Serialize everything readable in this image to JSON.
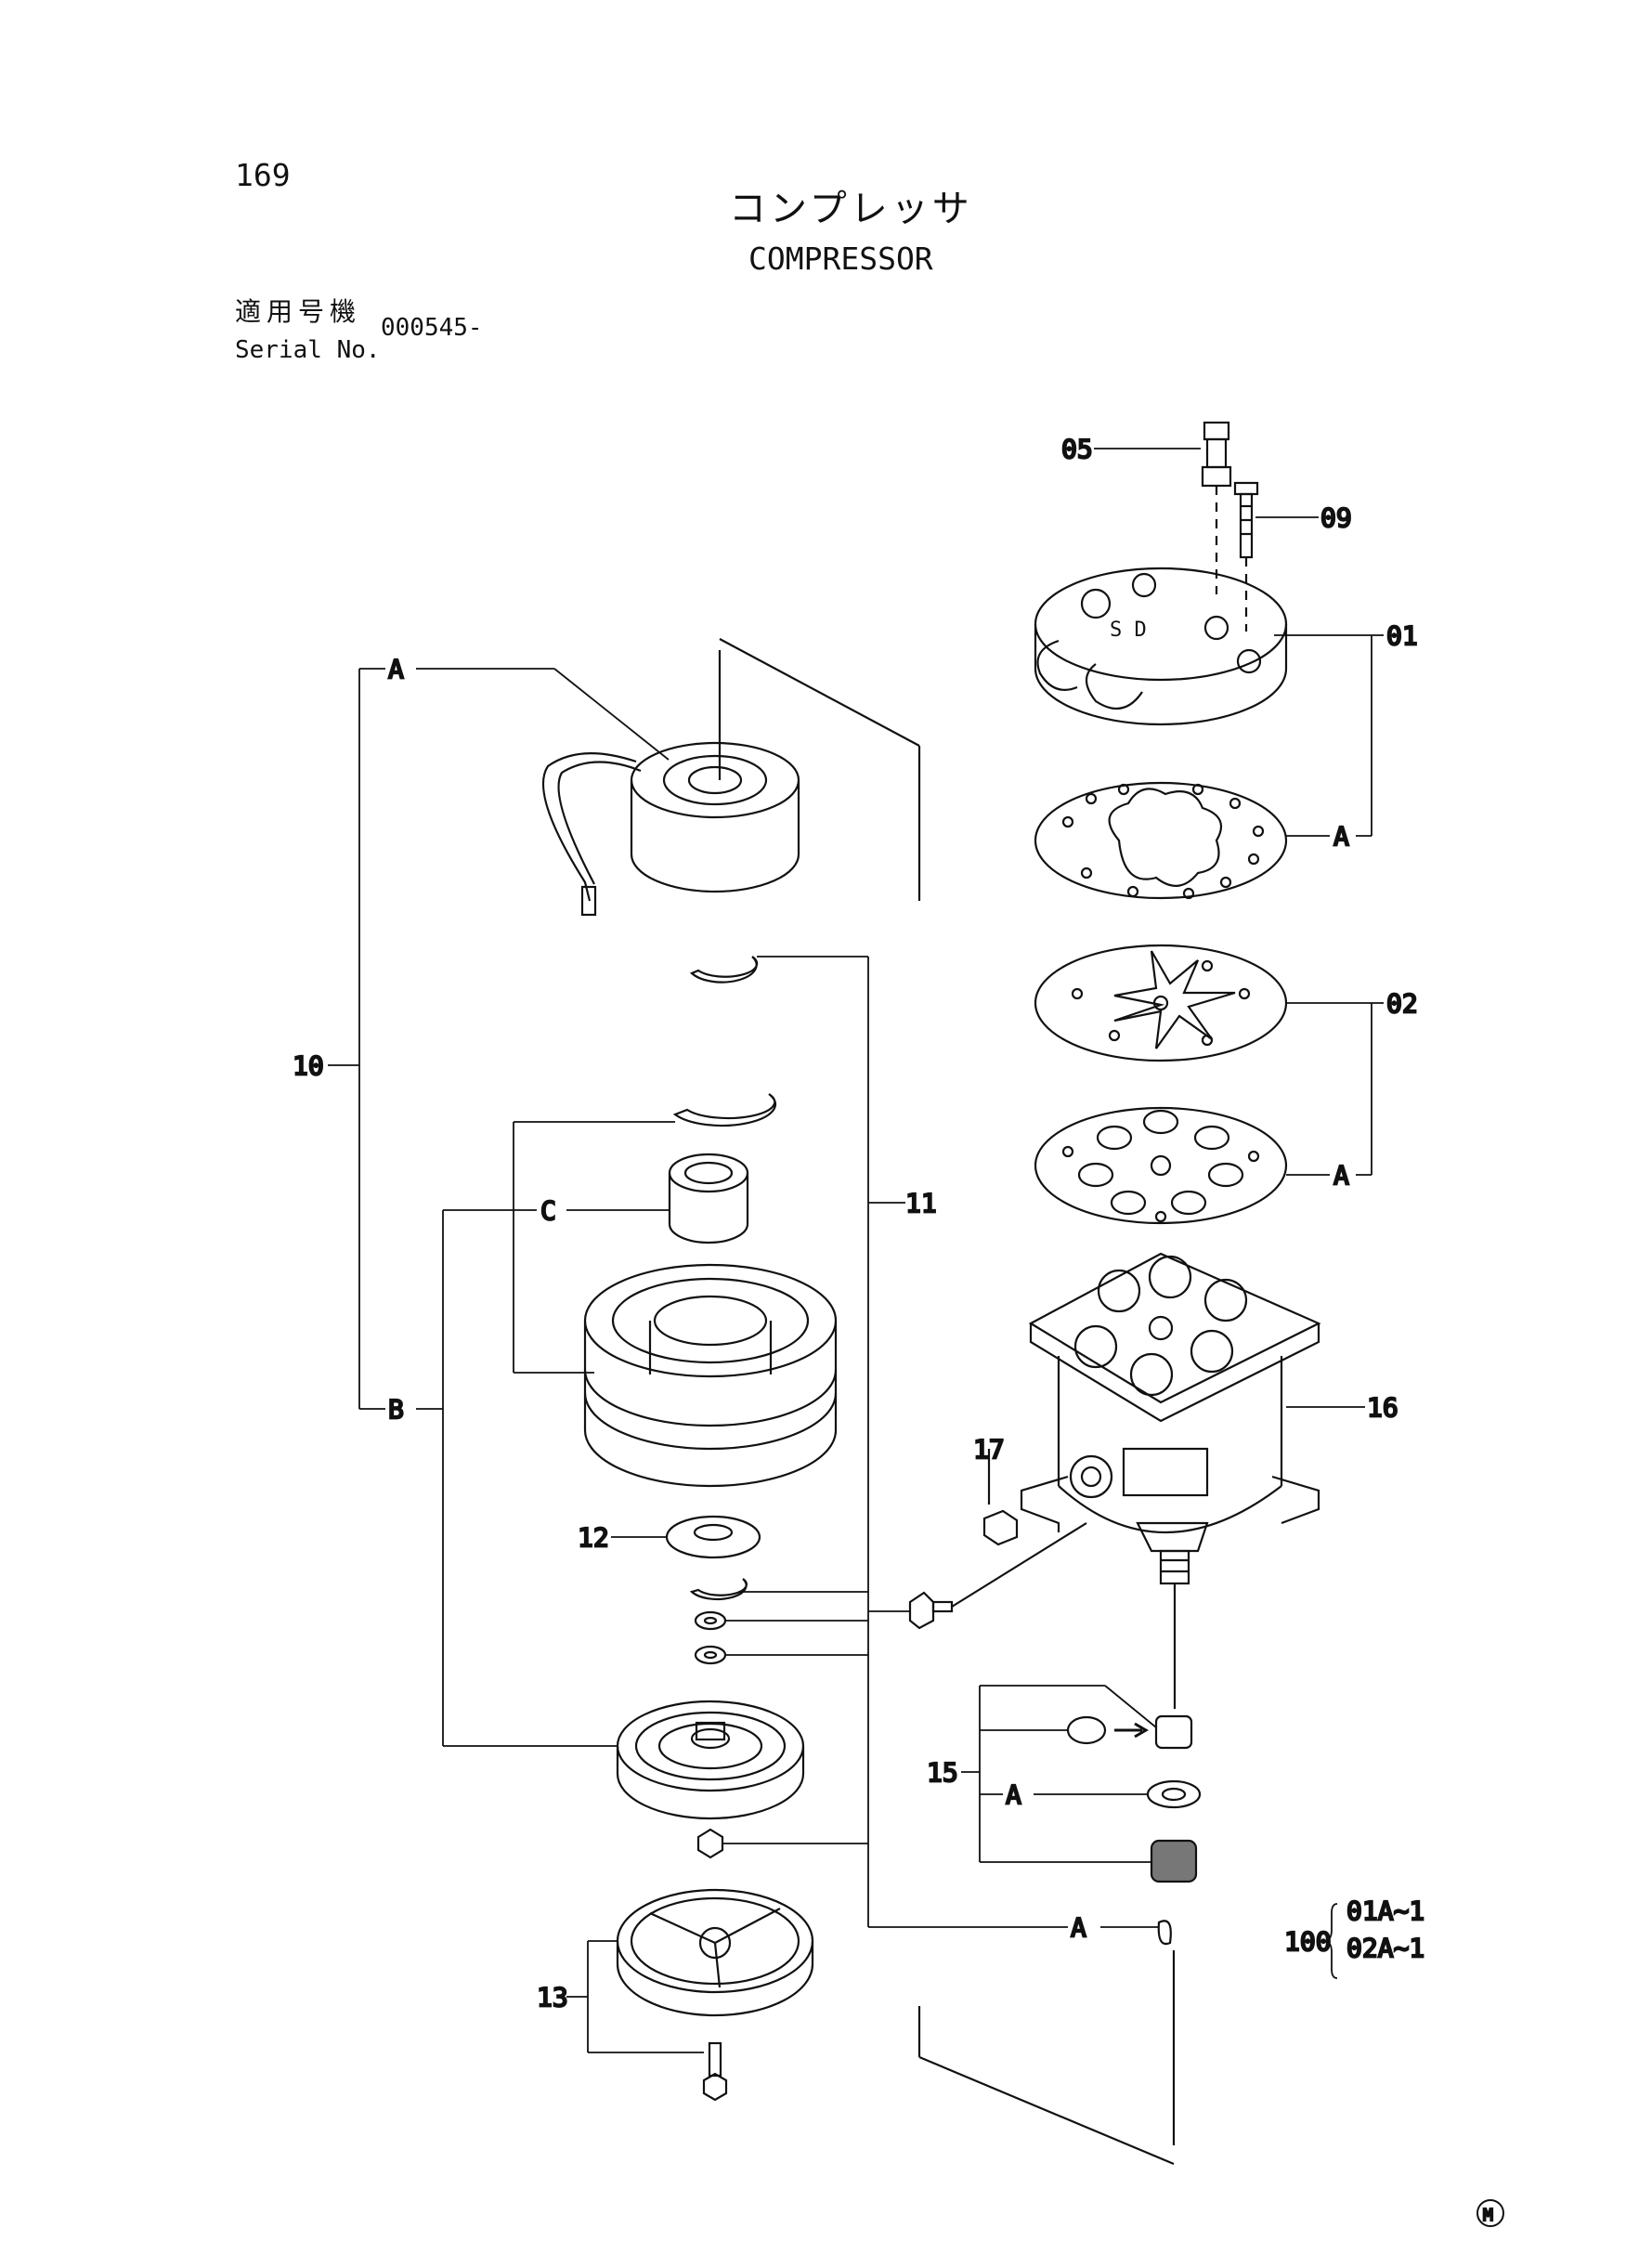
{
  "header": {
    "page_number": "169",
    "title_jp": "コンプレッサ",
    "title_en": "COMPRESSOR",
    "serial_label_jp": "適用号機",
    "serial_label_en": "Serial No.",
    "serial_value": "000545-"
  },
  "callouts": {
    "c05": "05",
    "c09": "09",
    "c01": "01",
    "c02": "02",
    "c10": "10",
    "c11": "11",
    "c12": "12",
    "c13": "13",
    "c15": "15",
    "c16": "16",
    "c17": "17"
  },
  "group_letters": {
    "a": "A",
    "b": "B",
    "c": "C"
  },
  "kit": {
    "number": "100",
    "items": [
      "01A~1",
      "02A~1"
    ]
  },
  "corner_mark": "M"
}
